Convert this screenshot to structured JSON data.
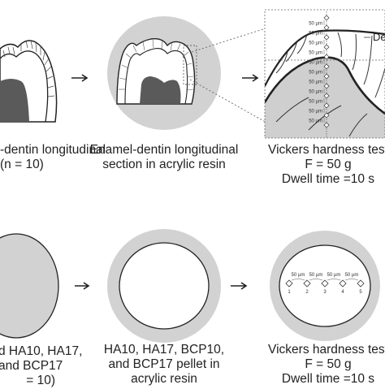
{
  "top_row": {
    "caption_1": [
      "-dentin longitudinal",
      "(n = 10)"
    ],
    "caption_2": [
      "Enamel-dentin longitudinal",
      "section in acrylic resin"
    ],
    "caption_3": [
      "Vickers hardness test",
      "F = 50 g",
      "Dwell time =10 s"
    ],
    "zoom_label_partial": "De",
    "spacing_labels": [
      "50 µm",
      "50 µm",
      "50 µm",
      "50 µm",
      "50 µm",
      "50 µm",
      "50 µm",
      "50 µm",
      "50 µm",
      "50 µm",
      "50 µm"
    ]
  },
  "bottom_row": {
    "caption_1": [
      "d HA10, HA17,",
      "and BCP17",
      "= 10)"
    ],
    "caption_2": [
      "HA10, HA17, BCP10,",
      "and BCP17 pellet in",
      "acrylic resin"
    ],
    "caption_3": [
      "Vickers hardness test",
      "F = 50 g",
      "Dwell time =10 s"
    ],
    "spacing_labels": [
      "50 µm",
      "50 µm",
      "50 µm",
      "50 µm"
    ],
    "indent_numbers": [
      "1",
      "2",
      "3",
      "4",
      "5"
    ]
  },
  "colors": {
    "resin": "#d2d2d2",
    "pulp": "#5a5a5a",
    "line": "#222222",
    "zoom_dentin": "#cfcfcf",
    "arrow": "#222222"
  }
}
